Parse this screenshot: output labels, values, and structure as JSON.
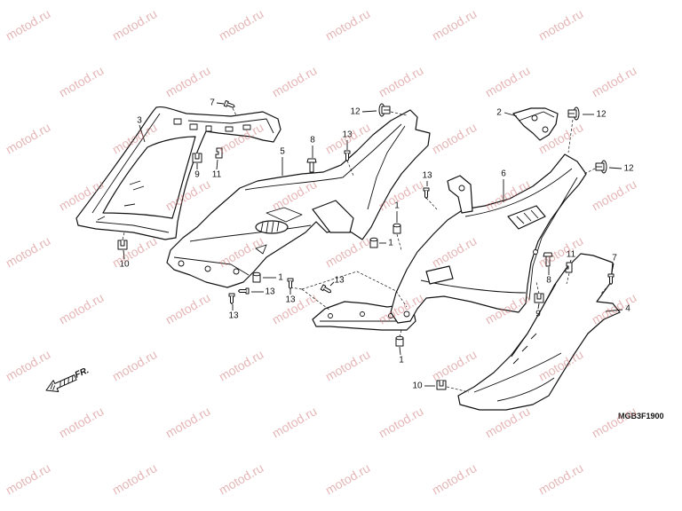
{
  "diagram": {
    "watermark": "motod.ru",
    "direction_label": "FR.",
    "figure_code": "MGB3F1900",
    "callouts": [
      "7",
      "3",
      "9",
      "11",
      "10",
      "12",
      "13",
      "8",
      "5",
      "2",
      "12",
      "6",
      "12",
      "13",
      "1",
      "1",
      "1",
      "13",
      "13",
      "13",
      "13",
      "11",
      "7",
      "8",
      "9",
      "4",
      "1",
      "10"
    ]
  }
}
